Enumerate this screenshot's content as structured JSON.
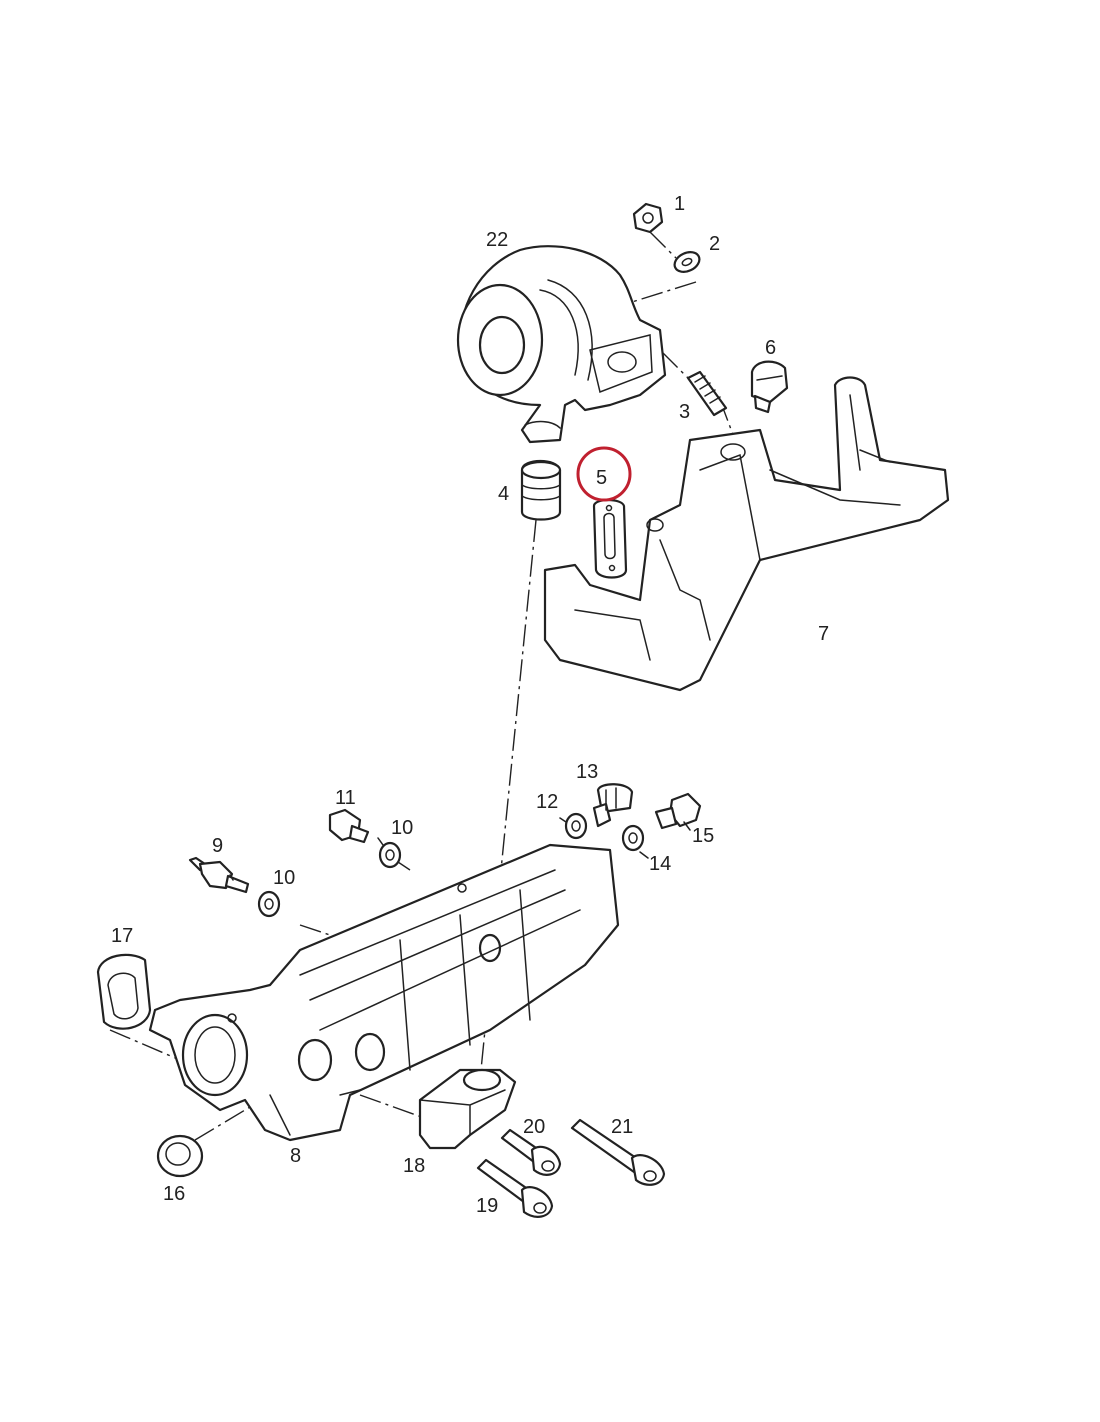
{
  "callouts": [
    {
      "id": "1",
      "text": "1"
    },
    {
      "id": "2",
      "text": "2"
    },
    {
      "id": "3",
      "text": "3"
    },
    {
      "id": "4",
      "text": "4"
    },
    {
      "id": "5",
      "text": "5"
    },
    {
      "id": "6",
      "text": "6"
    },
    {
      "id": "7",
      "text": "7"
    },
    {
      "id": "8",
      "text": "8"
    },
    {
      "id": "9",
      "text": "9"
    },
    {
      "id": "10a",
      "text": "10"
    },
    {
      "id": "10b",
      "text": "10"
    },
    {
      "id": "11",
      "text": "11"
    },
    {
      "id": "12",
      "text": "12"
    },
    {
      "id": "13",
      "text": "13"
    },
    {
      "id": "14",
      "text": "14"
    },
    {
      "id": "15",
      "text": "15"
    },
    {
      "id": "16",
      "text": "16"
    },
    {
      "id": "17",
      "text": "17"
    },
    {
      "id": "18",
      "text": "18"
    },
    {
      "id": "19",
      "text": "19"
    },
    {
      "id": "20",
      "text": "20"
    },
    {
      "id": "21",
      "text": "21"
    },
    {
      "id": "22",
      "text": "22"
    }
  ],
  "highlight": {
    "target": "5",
    "color": "#c0202f"
  },
  "colors": {
    "line": "#222222",
    "background": "#ffffff"
  }
}
